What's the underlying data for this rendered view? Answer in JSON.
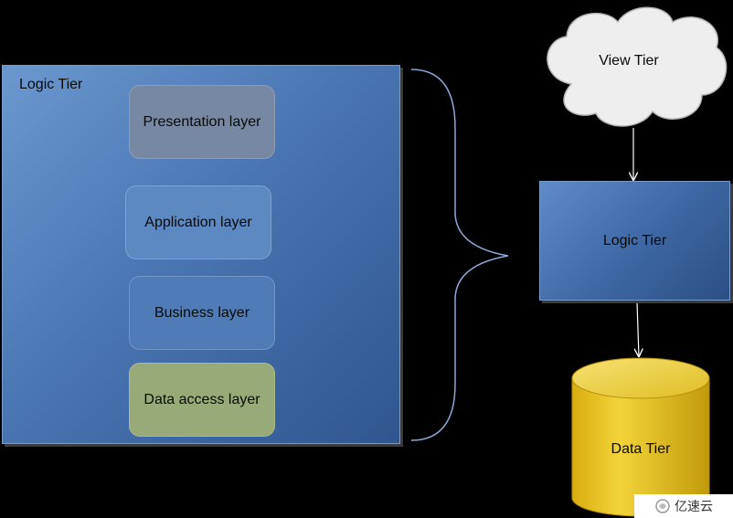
{
  "logic_group": {
    "title": "Logic Tier",
    "layers": [
      "Presentation layer",
      "Application layer",
      "Business layer",
      "Data access layer"
    ]
  },
  "view_tier": {
    "label": "View Tier",
    "shape": "cloud"
  },
  "logic_tier": {
    "label": "Logic Tier"
  },
  "data_tier": {
    "label": "Data Tier",
    "shape": "cylinder"
  },
  "watermark": {
    "text": "亿速云"
  },
  "colors": {
    "background": "#000000",
    "tier_blue": "#4a76b3",
    "presentation": "#7788a3",
    "data_access": "#97aa77",
    "cylinder_gold": "#e6c21f",
    "cloud": "#eeeeee"
  }
}
